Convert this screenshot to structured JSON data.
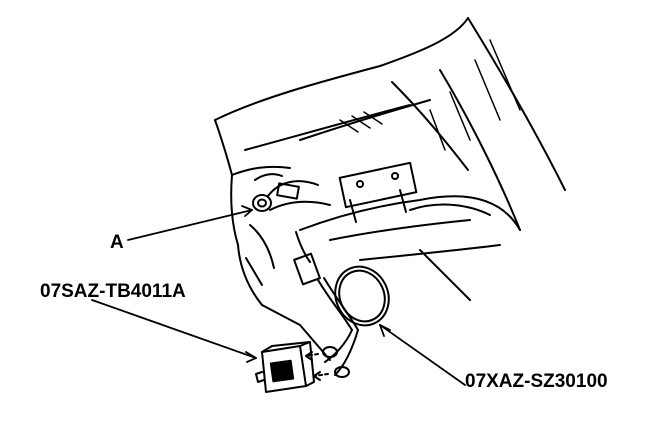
{
  "callouts": {
    "a": "A",
    "tester_part_number": "07SAZ-TB4011A",
    "harness_part_number": "07XAZ-SZ30100"
  },
  "colors": {
    "ink": "#000000",
    "paper": "#ffffff"
  }
}
